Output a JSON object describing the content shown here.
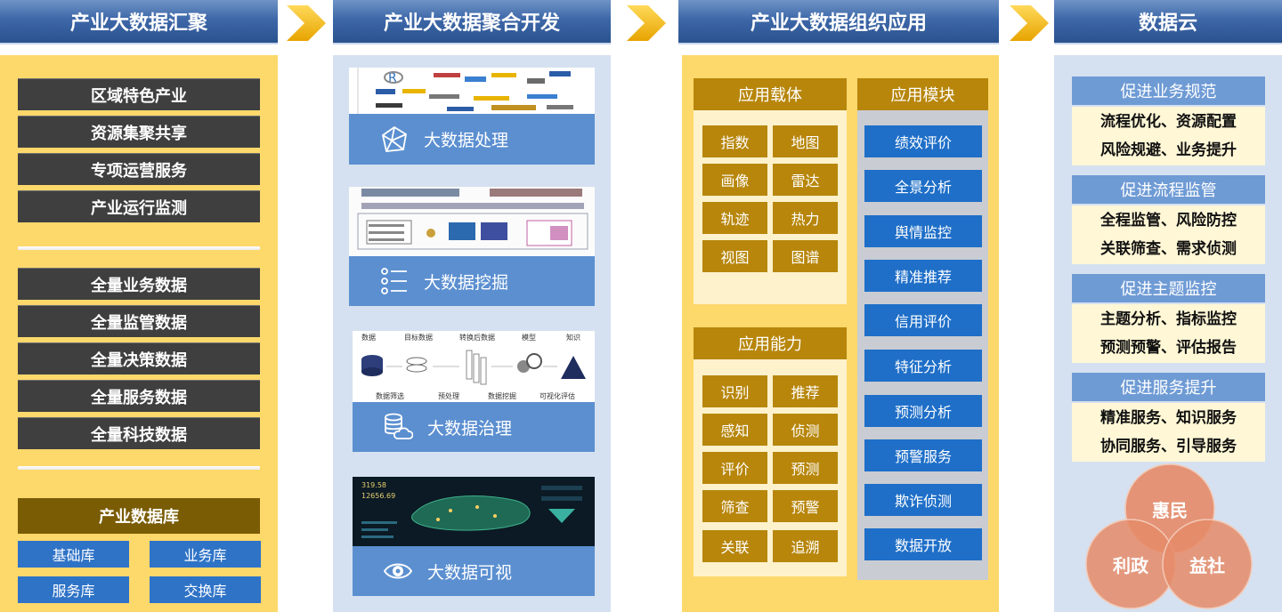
{
  "headers": [
    "产业大数据汇聚",
    "产业大数据聚合开发",
    "产业大数据组织应用",
    "数据云"
  ],
  "col1": {
    "group1": [
      "区域特色产业",
      "资源集聚共享",
      "专项运营服务",
      "产业运行监测"
    ],
    "group2": [
      "全量业务数据",
      "全量监管数据",
      "全量决策数据",
      "全量服务数据",
      "全量科技数据"
    ],
    "db_title": "产业数据库",
    "db_items": [
      "基础库",
      "业务库",
      "服务库",
      "交换库"
    ]
  },
  "col2": {
    "items": [
      {
        "label": "大数据处理",
        "icon": "network-icon"
      },
      {
        "label": "大数据挖掘",
        "icon": "list-icon"
      },
      {
        "label": "大数据治理",
        "icon": "database-cloud-icon"
      },
      {
        "label": "大数据可视",
        "icon": "eye-icon"
      }
    ],
    "governance_flow": {
      "top": [
        "数据",
        "目标数据",
        "转换后数据",
        "模型",
        "知识"
      ],
      "bottom": [
        "数据筛选",
        "预处理",
        "数据挖掘",
        "可视化评估"
      ]
    },
    "viz_numbers": [
      "319.58",
      "12656.69"
    ]
  },
  "col3": {
    "carrier_title": "应用载体",
    "carrier_items": [
      "指数",
      "地图",
      "画像",
      "雷达",
      "轨迹",
      "热力",
      "视图",
      "图谱"
    ],
    "ability_title": "应用能力",
    "ability_items": [
      "识别",
      "推荐",
      "感知",
      "侦测",
      "评价",
      "预测",
      "筛查",
      "预警",
      "关联",
      "追溯"
    ],
    "module_title": "应用模块",
    "module_items": [
      "绩效评价",
      "全景分析",
      "舆情监控",
      "精准推荐",
      "信用评价",
      "特征分析",
      "预测分析",
      "预警服务",
      "欺诈侦测",
      "数据开放"
    ]
  },
  "col4": {
    "blocks": [
      {
        "title": "促进业务规范",
        "lines": [
          "流程优化、资源配置",
          "风险规避、业务提升"
        ]
      },
      {
        "title": "促进流程监管",
        "lines": [
          "全程监管、风险防控",
          "关联筛查、需求侦测"
        ]
      },
      {
        "title": "促进主题监控",
        "lines": [
          "主题分析、指标监控",
          "预测预警、评估报告"
        ]
      },
      {
        "title": "促进服务提升",
        "lines": [
          "精准服务、知识服务",
          "协同服务、引导服务"
        ]
      }
    ],
    "circles": [
      "惠民",
      "利政",
      "益社"
    ]
  },
  "colors": {
    "header": "#3d67a8",
    "yellow_panel": "#fdd86b",
    "blue_panel": "#d5e1f0",
    "gold": "#b7860b",
    "module_blue": "#1f6fc8",
    "circle": "#e58b68"
  }
}
